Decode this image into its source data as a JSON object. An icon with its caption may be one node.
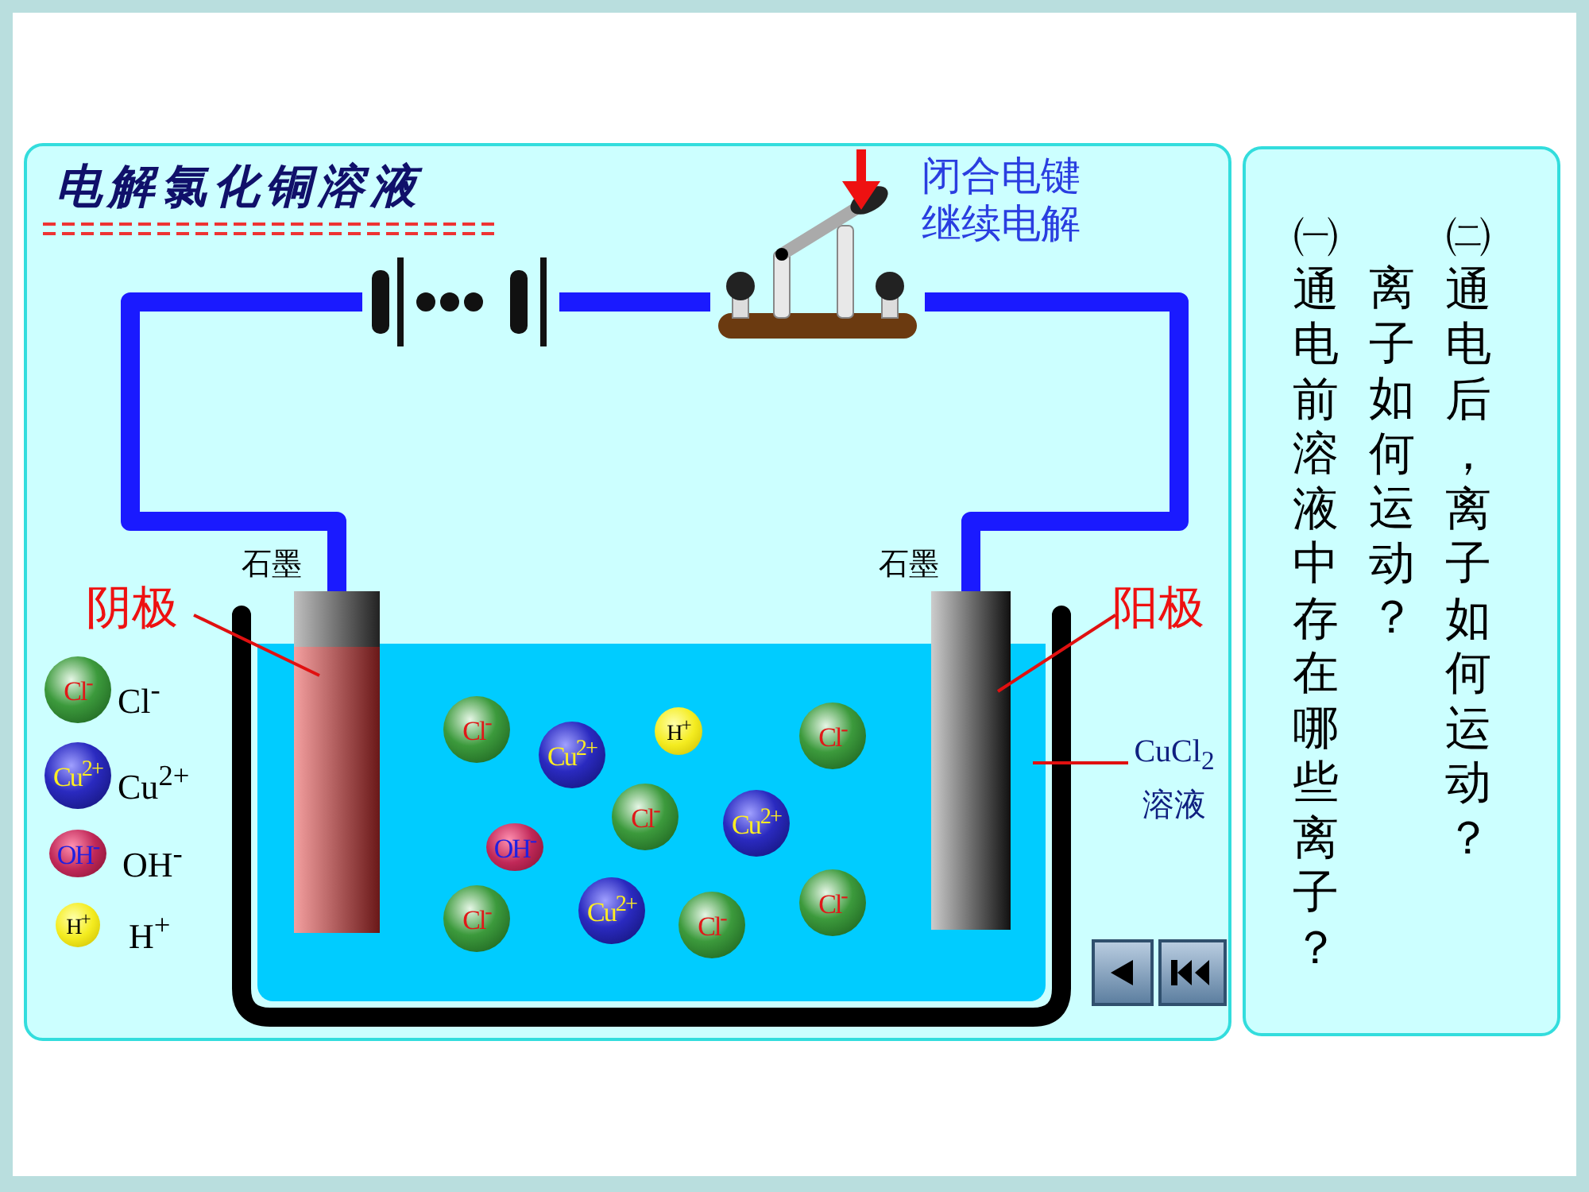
{
  "diagram": {
    "title": "电解氯化铜溶液",
    "nodes": [
      {
        "text": [],
        "shape": "box"
      },
      {
        "text": [
          "㈠通电前溶液中存在哪些离子？",
          "离子如何运动？",
          "㈡通电后，离子如何运动？"
        ]
      },
      {
        "text": [],
        "shape": "picture",
        "in": 0
      },
      {
        "text": [],
        "shape": "picture",
        "in": 0
      },
      {
        "text": [
          "阴极"
        ],
        "in": 0
      },
      {
        "text": [],
        "shape": "bar",
        "beside": [
          "石墨"
        ],
        "in": 0
      },
      {
        "text": [],
        "shape": "bar",
        "beside": [
          "石墨"
        ],
        "in": 0
      },
      {
        "text": [
          "阳极"
        ],
        "in": 0
      },
      {
        "text": [],
        "shape": "box",
        "in": 0
      },
      {
        "text": [
          "CuCl$_{2}$溶液"
        ],
        "in": 0
      },
      {
        "text": [
          "Cl$^{-}$"
        ],
        "beside": [
          "Cl$^{-}$"
        ],
        "in": 0
      },
      {
        "text": [
          "Cu$^{2+}$"
        ],
        "beside": [
          "Cu$^{2+}$"
        ],
        "in": 0
      },
      {
        "text": [
          "OH$^{-}$"
        ],
        "beside": [
          "OH$^{-}$"
        ],
        "in": 0
      },
      {
        "text": [
          "H$^{+}$"
        ],
        "beside": [
          "H$^{+}$"
        ],
        "in": 0
      },
      {
        "text": [
          "Cl$^{-}$"
        ],
        "in": 8
      },
      {
        "text": [
          "H$^{+}$"
        ],
        "in": 8
      },
      {
        "text": [
          "Cl$^{-}$"
        ],
        "in": 8
      },
      {
        "text": [
          "Cu$^{2+}$"
        ],
        "in": 8
      },
      {
        "text": [
          "Cl$^{-}$"
        ],
        "in": 8
      },
      {
        "text": [
          "Cu$^{2+}$"
        ],
        "in": 8
      },
      {
        "text": [
          "OH$^{-}$"
        ],
        "in": 8
      },
      {
        "text": [
          "Cu$^{2+}$"
        ],
        "in": 8
      },
      {
        "text": [
          "Cl$^{-}$"
        ],
        "in": 8
      },
      {
        "text": [
          "Cl$^{-}$"
        ],
        "in": 8
      },
      {
        "text": [
          "Cl$^{-}$"
        ],
        "in": 8
      }
    ],
    "edges": [
      {
        "from": 5,
        "to": 2,
        "arrow": "none",
        "style": "thick",
        "color": "#1a1aff"
      },
      {
        "from": 2,
        "to": 3,
        "arrow": "none",
        "style": "thick",
        "color": "#1a1aff"
      },
      {
        "from": 3,
        "to": 6,
        "arrow": "none",
        "style": "thick",
        "color": "#1a1aff"
      },
      {
        "from": 4,
        "to": 5,
        "arrow": "none",
        "color": "#e01010"
      },
      {
        "from": 7,
        "to": 6,
        "arrow": "none",
        "color": "#e01010"
      },
      {
        "from": 9,
        "to": 8,
        "arrow": "none",
        "color": "#e01010"
      }
    ],
    "labels": [
      "闭合电键继续电解"
    ]
  }
}
